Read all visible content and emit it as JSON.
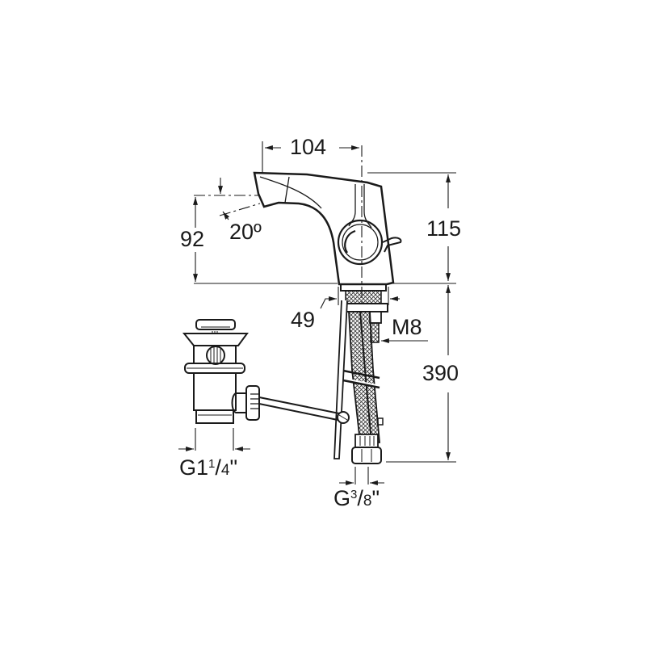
{
  "diagram": {
    "subject": "Single-lever basin mixer with pop-up waste",
    "line_color": "#1a1a1a",
    "background": "#ffffff"
  },
  "dimensions": {
    "spout_reach": "104",
    "total_height": "115",
    "spout_outlet_height": "92",
    "spout_angle": "20º",
    "base_diameter": "49",
    "stud_thread": "M8",
    "hose_length": "390",
    "waste_thread": {
      "prefix": "G",
      "whole": "1",
      "num": "1",
      "slash": "/",
      "den": "4",
      "suffix": "\""
    },
    "hose_thread": {
      "prefix": "G",
      "num": "3",
      "slash": "/",
      "den": "8",
      "suffix": "\""
    }
  }
}
